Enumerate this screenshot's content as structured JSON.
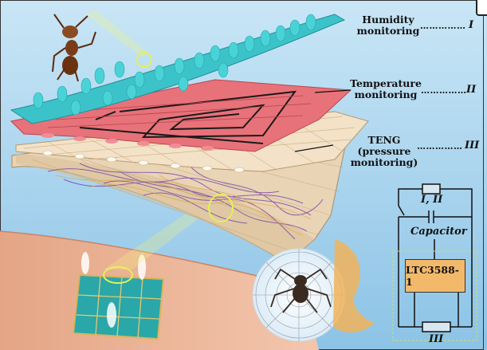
{
  "labels": {
    "humidity_line1": "Humidity",
    "humidity_line2": "monitoring",
    "humidity_roman": "I",
    "temperature_line1": "Temperature",
    "temperature_line2": "monitoring",
    "temperature_roman": "II",
    "teng_line1": "TENG",
    "teng_line2": "(pressure monitoring)",
    "teng_roman": "III",
    "dots": "……………"
  },
  "circuit": {
    "top_resistor_label": "I, II",
    "capacitor_label": "Capacitor",
    "chip_label": "LTC3588-1",
    "bottom_resistor_label": "III"
  },
  "colors": {
    "background": "#a9d4ee",
    "humidity_layer": "#3cc3c9",
    "temperature_layer": "#e8727a",
    "teng_layer": "#f0dcc1",
    "fiber_purple": "#6e3aa8",
    "chip": "#f2b96b"
  }
}
